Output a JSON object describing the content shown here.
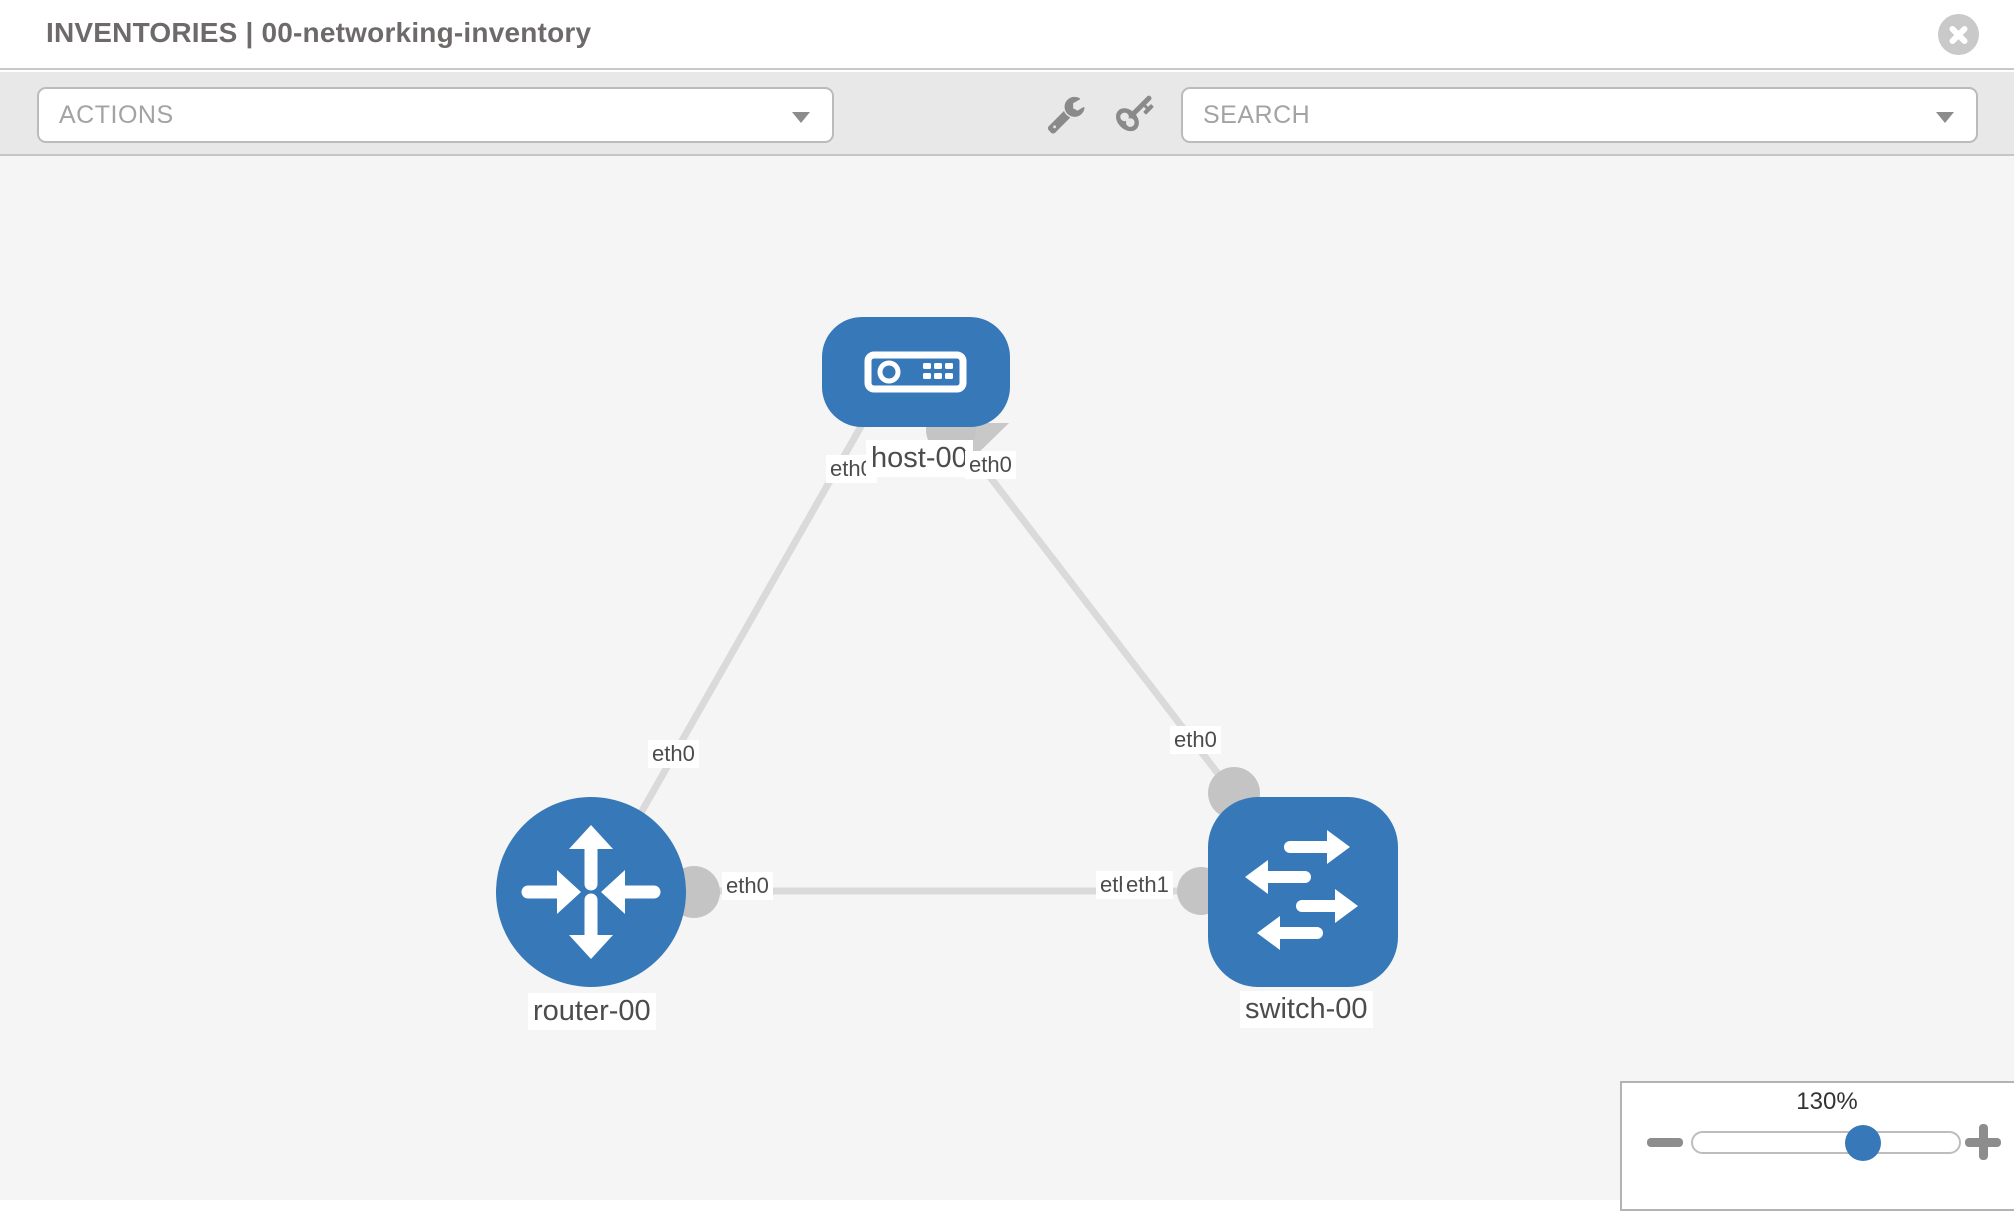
{
  "header": {
    "title": "INVENTORIES | 00-networking-inventory",
    "close_icon": "close"
  },
  "toolbar": {
    "actions_label": "ACTIONS",
    "search_label": "SEARCH",
    "wrench_icon": "wrench",
    "key_icon": "key"
  },
  "canvas": {
    "nodes": [
      {
        "name": "host-00",
        "type": "host",
        "icon": "server"
      },
      {
        "name": "router-00",
        "type": "router",
        "icon": "router-arrows"
      },
      {
        "name": "switch-00",
        "type": "switch",
        "icon": "switch-arrows"
      }
    ],
    "links": [
      {
        "source": "host-00",
        "source_interface": "eth0",
        "target": "router-00",
        "target_interface": "eth0"
      },
      {
        "source": "host-00",
        "source_interface": "eth0",
        "target": "switch-00",
        "target_interface": "eth0"
      },
      {
        "source": "router-00",
        "source_interface": "eth0",
        "target": "switch-00",
        "target_interface": "eth1"
      }
    ],
    "labels": {
      "host_name": "host-00",
      "router_name": "router-00",
      "switch_name": "switch-00",
      "host_if_left": "eth0",
      "host_if_right": "eth0",
      "router_if_top": "eth0",
      "router_if_right": "eth0",
      "switch_if_top": "eth0",
      "switch_if_left_back": "eth0",
      "switch_if_left_front": "eth1"
    }
  },
  "zoom_control": {
    "level_label": "130%",
    "percent": 130,
    "minus_icon": "minus",
    "plus_icon": "plus"
  },
  "colors": {
    "node_blue": "#3778b8",
    "edge_gray": "#dadada",
    "port_gray": "#c4c4c4",
    "canvas_bg": "#f5f5f5",
    "toolbar_bg": "#e8e8e8"
  }
}
